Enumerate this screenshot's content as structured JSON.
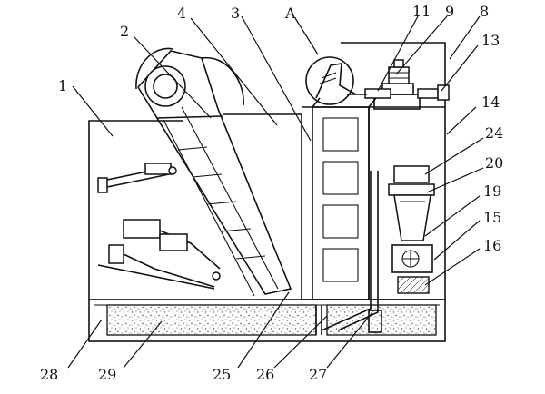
{
  "labels": {
    "l1": "1",
    "l2": "2",
    "l3": "3",
    "l4": "4",
    "lA": "A",
    "l11": "11",
    "l9": "9",
    "l8": "8",
    "l13": "13",
    "l14": "14",
    "l24": "24",
    "l20": "20",
    "l19": "19",
    "l15": "15",
    "l16": "16",
    "l28": "28",
    "l29": "29",
    "l25": "25",
    "l26": "26",
    "l27": "27"
  }
}
